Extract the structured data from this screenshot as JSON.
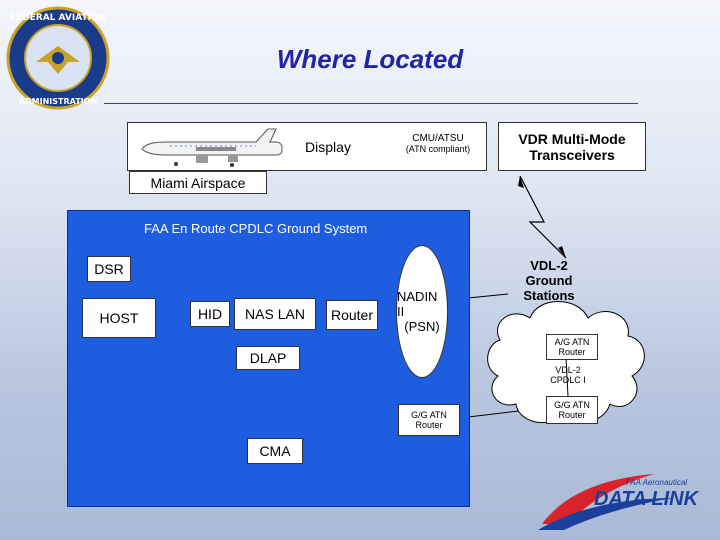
{
  "title": "Where Located",
  "logo": {
    "ring_text": "FEDERAL AVIATION ADMINISTRATION"
  },
  "aircraft_panel": {
    "display_label": "Display",
    "cmu_label": "CMU/ATSU",
    "cmu_sub": "(ATN compliant)"
  },
  "vdr_label": [
    "VDR Multi-Mode",
    "Transceivers"
  ],
  "airspace_label": "Miami Airspace",
  "ground_system": {
    "title": "FAA En Route CPDLC Ground System",
    "dsr": "DSR",
    "host": "HOST",
    "hid": "HID",
    "nas_lan": "NAS LAN",
    "router": "Router",
    "nadin": [
      "NADIN II",
      "(PSN)"
    ],
    "dlap": "DLAP",
    "gg_router": [
      "G/G ATN",
      "Router"
    ],
    "cma": "CMA"
  },
  "vdl2_ground": [
    "VDL-2",
    "Ground",
    "Stations"
  ],
  "cloud": {
    "ag_router": [
      "A/G ATN",
      "Router"
    ],
    "vdl2_cpdlc": [
      "VDL-2",
      "CPDLC I"
    ],
    "gg_router": [
      "G/G ATN",
      "Router"
    ]
  },
  "brand": {
    "line1": "FAA Aeronautical",
    "line2": "DATA LINK"
  },
  "colors": {
    "title": "#2323a8",
    "ground_bg": "#1f5de0",
    "brand_red": "#d8232a",
    "brand_blue": "#1c3f9c"
  }
}
